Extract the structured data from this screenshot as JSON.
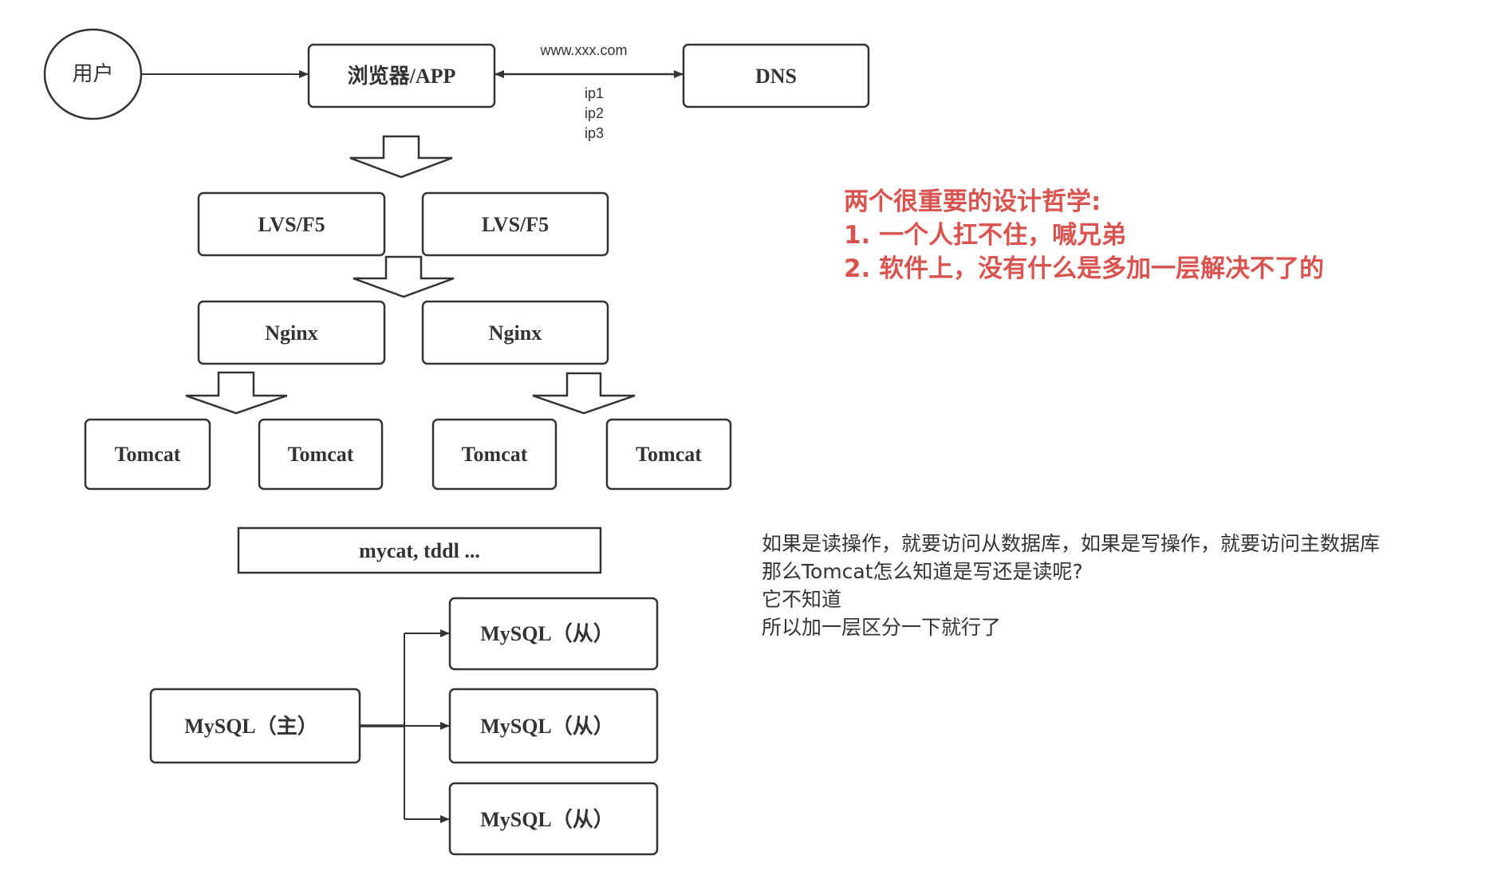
{
  "diagram": {
    "nodes": {
      "user": "用户",
      "browser": "浏览器/APP",
      "dns": "DNS",
      "lvs_left": "LVS/F5",
      "lvs_right": "LVS/F5",
      "nginx_left": "Nginx",
      "nginx_right": "Nginx",
      "tomcat_1": "Tomcat",
      "tomcat_2": "Tomcat",
      "tomcat_3": "Tomcat",
      "tomcat_4": "Tomcat",
      "middleware": "mycat, tddl ...",
      "mysql_master": "MySQL（主）",
      "mysql_slave_1": "MySQL（从）",
      "mysql_slave_2": "MySQL（从）",
      "mysql_slave_3": "MySQL（从）"
    },
    "edge_labels": {
      "request": "www.xxx.com",
      "response": [
        "ip1",
        "ip2",
        "ip3"
      ]
    },
    "edges": [
      {
        "from": "user",
        "to": "browser",
        "type": "arrow"
      },
      {
        "from": "browser",
        "to": "dns",
        "type": "bidirectional"
      },
      {
        "from": "browser",
        "to": "lvs",
        "type": "block-arrow"
      },
      {
        "from": "lvs",
        "to": "nginx",
        "type": "block-arrow"
      },
      {
        "from": "nginx_left",
        "to": "tomcat_1_2",
        "type": "block-arrow"
      },
      {
        "from": "nginx_right",
        "to": "tomcat_3_4",
        "type": "block-arrow"
      },
      {
        "from": "mysql_master",
        "to": "mysql_slave_1",
        "type": "elbow-arrow"
      },
      {
        "from": "mysql_master",
        "to": "mysql_slave_2",
        "type": "elbow-arrow"
      },
      {
        "from": "mysql_master",
        "to": "mysql_slave_3",
        "type": "elbow-arrow"
      }
    ],
    "colors": {
      "stroke": "#333333",
      "note_red": "#d9534f",
      "note_dark": "#333333"
    }
  },
  "notes": {
    "design_philosophy": [
      "两个很重要的设计哲学:",
      "1. 一个人扛不住，喊兄弟",
      "2. 软件上，没有什么是多加一层解决不了的"
    ],
    "read_write": [
      "如果是读操作，就要访问从数据库，如果是写操作，就要访问主数据库",
      "那么Tomcat怎么知道是写还是读呢?",
      "它不知道",
      "所以加一层区分一下就行了"
    ]
  }
}
